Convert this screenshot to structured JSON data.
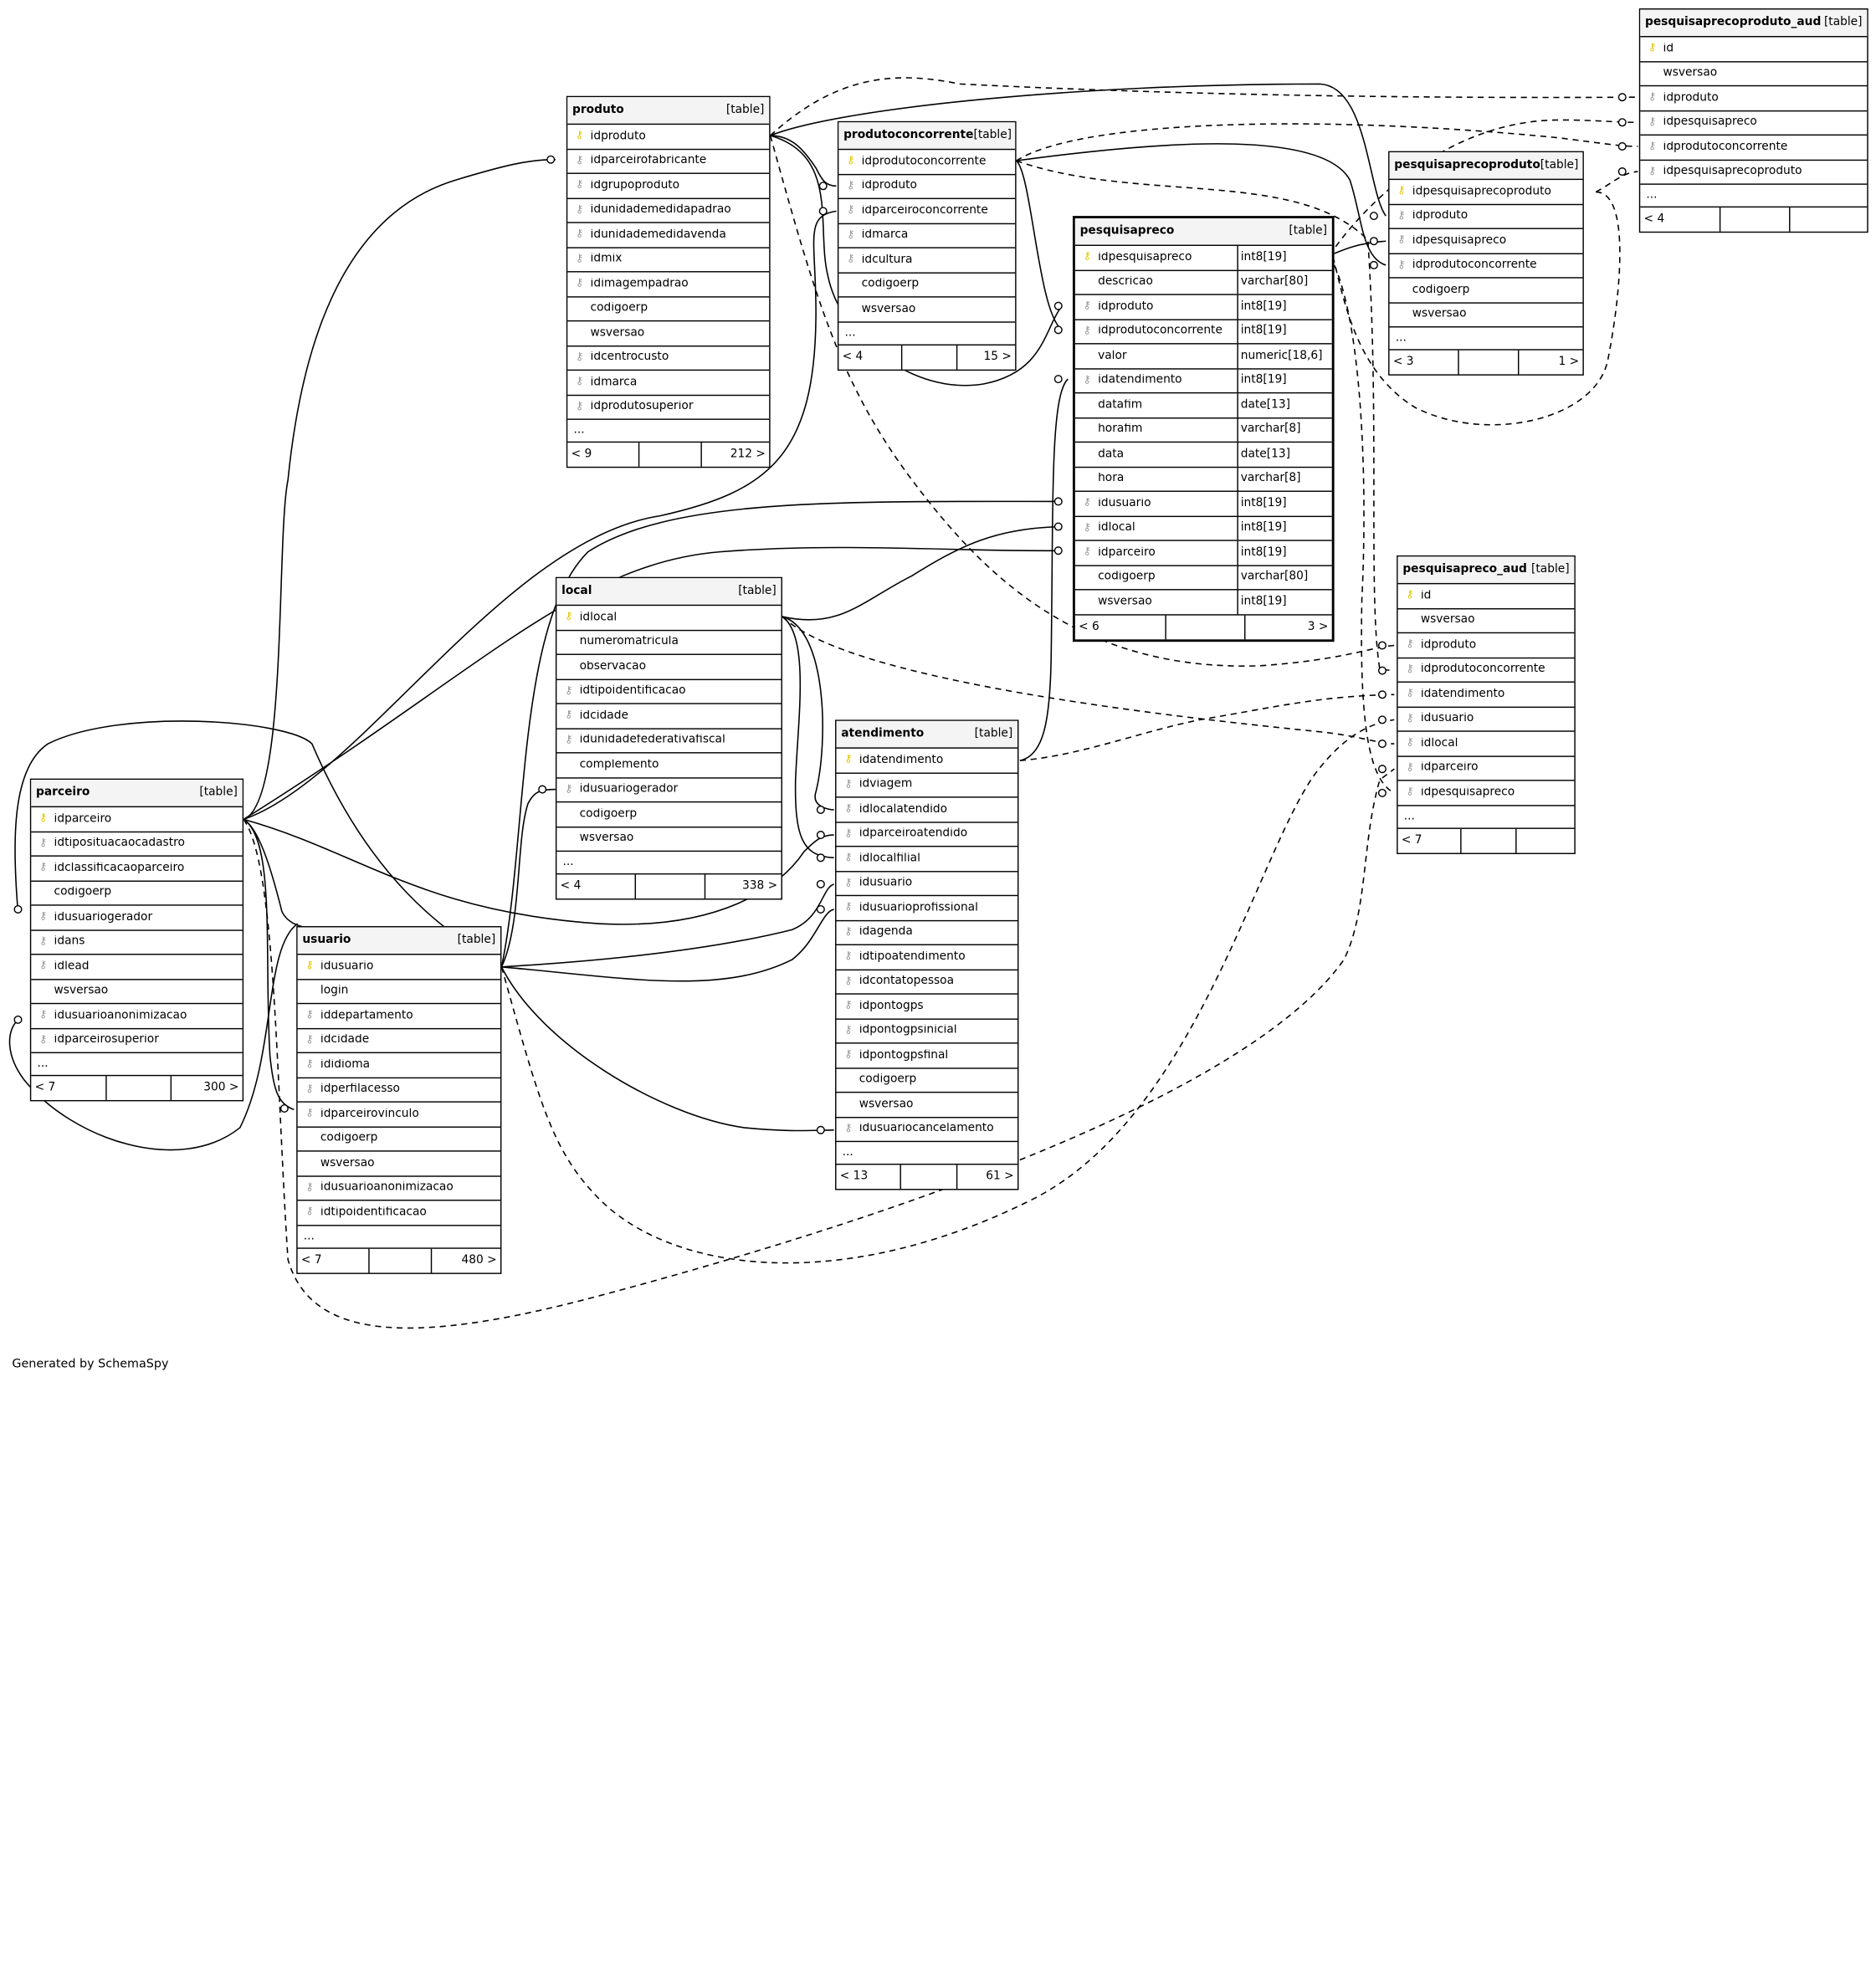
{
  "credit": "Generated by SchemaSpy",
  "tag": "[table]",
  "tables": {
    "produto": {
      "name": "produto",
      "columns": [
        {
          "name": "idproduto",
          "key": "pk"
        },
        {
          "name": "idparceirofabricante",
          "key": "fk"
        },
        {
          "name": "idgrupoproduto",
          "key": "fk"
        },
        {
          "name": "idunidademedidapadrao",
          "key": "fk"
        },
        {
          "name": "idunidademedidavenda",
          "key": "fk"
        },
        {
          "name": "idmix",
          "key": "fk"
        },
        {
          "name": "idimagempadrao",
          "key": "fk"
        },
        {
          "name": "codigoerp",
          "key": ""
        },
        {
          "name": "wsversao",
          "key": ""
        },
        {
          "name": "idcentrocusto",
          "key": "fk"
        },
        {
          "name": "idmarca",
          "key": "fk"
        },
        {
          "name": "idprodutosuperior",
          "key": "fk"
        }
      ],
      "more": "...",
      "footer": {
        "left": "< 9",
        "right": "212 >"
      }
    },
    "produtoconcorrente": {
      "name": "produtoconcorrente",
      "columns": [
        {
          "name": "idprodutoconcorrente",
          "key": "pk"
        },
        {
          "name": "idproduto",
          "key": "fk"
        },
        {
          "name": "idparceiroconcorrente",
          "key": "fk"
        },
        {
          "name": "idmarca",
          "key": "fk"
        },
        {
          "name": "idcultura",
          "key": "fk"
        },
        {
          "name": "codigoerp",
          "key": ""
        },
        {
          "name": "wsversao",
          "key": ""
        }
      ],
      "more": "...",
      "footer": {
        "left": "< 4",
        "right": "15 >"
      }
    },
    "pesquisapreco": {
      "name": "pesquisapreco",
      "columns": [
        {
          "name": "idpesquisapreco",
          "key": "pk",
          "type": "int8[19]"
        },
        {
          "name": "descricao",
          "key": "",
          "type": "varchar[80]"
        },
        {
          "name": "idproduto",
          "key": "fk",
          "type": "int8[19]"
        },
        {
          "name": "idprodutoconcorrente",
          "key": "fk",
          "type": "int8[19]"
        },
        {
          "name": "valor",
          "key": "",
          "type": "numeric[18,6]"
        },
        {
          "name": "idatendimento",
          "key": "fk",
          "type": "int8[19]"
        },
        {
          "name": "datafim",
          "key": "",
          "type": "date[13]"
        },
        {
          "name": "horafim",
          "key": "",
          "type": "varchar[8]"
        },
        {
          "name": "data",
          "key": "",
          "type": "date[13]"
        },
        {
          "name": "hora",
          "key": "",
          "type": "varchar[8]"
        },
        {
          "name": "idusuario",
          "key": "fk",
          "type": "int8[19]"
        },
        {
          "name": "idlocal",
          "key": "fk",
          "type": "int8[19]"
        },
        {
          "name": "idparceiro",
          "key": "fk",
          "type": "int8[19]"
        },
        {
          "name": "codigoerp",
          "key": "",
          "type": "varchar[80]"
        },
        {
          "name": "wsversao",
          "key": "",
          "type": "int8[19]"
        }
      ],
      "footer": {
        "left": "< 6",
        "right": "3 >"
      }
    },
    "pesquisaprecoproduto": {
      "name": "pesquisaprecoproduto",
      "columns": [
        {
          "name": "idpesquisaprecoproduto",
          "key": "pk"
        },
        {
          "name": "idproduto",
          "key": "fk"
        },
        {
          "name": "idpesquisapreco",
          "key": "fk"
        },
        {
          "name": "idprodutoconcorrente",
          "key": "fk"
        },
        {
          "name": "codigoerp",
          "key": ""
        },
        {
          "name": "wsversao",
          "key": ""
        }
      ],
      "more": "...",
      "footer": {
        "left": "< 3",
        "right": "1 >"
      }
    },
    "pesquisaprecoproduto_aud": {
      "name": "pesquisaprecoproduto_aud",
      "columns": [
        {
          "name": "id",
          "key": "pk"
        },
        {
          "name": "wsversao",
          "key": ""
        },
        {
          "name": "idproduto",
          "key": "fk"
        },
        {
          "name": "idpesquisapreco",
          "key": "fk"
        },
        {
          "name": "idprodutoconcorrente",
          "key": "fk"
        },
        {
          "name": "idpesquisaprecoproduto",
          "key": "fk"
        }
      ],
      "more": "...",
      "footer": {
        "left": "< 4",
        "right": ""
      }
    },
    "pesquisapreco_aud": {
      "name": "pesquisapreco_aud",
      "columns": [
        {
          "name": "id",
          "key": "pk"
        },
        {
          "name": "wsversao",
          "key": ""
        },
        {
          "name": "idproduto",
          "key": "fk"
        },
        {
          "name": "idprodutoconcorrente",
          "key": "fk"
        },
        {
          "name": "idatendimento",
          "key": "fk"
        },
        {
          "name": "idusuario",
          "key": "fk"
        },
        {
          "name": "idlocal",
          "key": "fk"
        },
        {
          "name": "idparceiro",
          "key": "fk"
        },
        {
          "name": "idpesquisapreco",
          "key": "fk"
        }
      ],
      "more": "...",
      "footer": {
        "left": "< 7",
        "right": ""
      }
    },
    "local": {
      "name": "local",
      "columns": [
        {
          "name": "idlocal",
          "key": "pk"
        },
        {
          "name": "numeromatricula",
          "key": ""
        },
        {
          "name": "observacao",
          "key": ""
        },
        {
          "name": "idtipoidentificacao",
          "key": "fk"
        },
        {
          "name": "idcidade",
          "key": "fk"
        },
        {
          "name": "idunidadefederativafiscal",
          "key": "fk"
        },
        {
          "name": "complemento",
          "key": ""
        },
        {
          "name": "idusuariogerador",
          "key": "fk"
        },
        {
          "name": "codigoerp",
          "key": ""
        },
        {
          "name": "wsversao",
          "key": ""
        }
      ],
      "more": "...",
      "footer": {
        "left": "< 4",
        "right": "338 >"
      }
    },
    "atendimento": {
      "name": "atendimento",
      "columns": [
        {
          "name": "idatendimento",
          "key": "pk"
        },
        {
          "name": "idviagem",
          "key": "fk"
        },
        {
          "name": "idlocalatendido",
          "key": "fk"
        },
        {
          "name": "idparceiroatendido",
          "key": "fk"
        },
        {
          "name": "idlocalfilial",
          "key": "fk"
        },
        {
          "name": "idusuario",
          "key": "fk"
        },
        {
          "name": "idusuarioprofissional",
          "key": "fk"
        },
        {
          "name": "idagenda",
          "key": "fk"
        },
        {
          "name": "idtipoatendimento",
          "key": "fk"
        },
        {
          "name": "idcontatopessoa",
          "key": "fk"
        },
        {
          "name": "idpontogps",
          "key": "fk"
        },
        {
          "name": "idpontogpsinicial",
          "key": "fk"
        },
        {
          "name": "idpontogpsfinal",
          "key": "fk"
        },
        {
          "name": "codigoerp",
          "key": ""
        },
        {
          "name": "wsversao",
          "key": ""
        },
        {
          "name": "idusuariocancelamento",
          "key": "fk"
        }
      ],
      "more": "...",
      "footer": {
        "left": "< 13",
        "right": "61 >"
      }
    },
    "parceiro": {
      "name": "parceiro",
      "columns": [
        {
          "name": "idparceiro",
          "key": "pk"
        },
        {
          "name": "idtiposituacaocadastro",
          "key": "fk"
        },
        {
          "name": "idclassificacaoparceiro",
          "key": "fk"
        },
        {
          "name": "codigoerp",
          "key": ""
        },
        {
          "name": "idusuariogerador",
          "key": "fk"
        },
        {
          "name": "idans",
          "key": "fk"
        },
        {
          "name": "idlead",
          "key": "fk"
        },
        {
          "name": "wsversao",
          "key": ""
        },
        {
          "name": "idusuarioanonimizacao",
          "key": "fk"
        },
        {
          "name": "idparceirosuperior",
          "key": "fk"
        }
      ],
      "more": "...",
      "footer": {
        "left": "< 7",
        "right": "300 >"
      }
    },
    "usuario": {
      "name": "usuario",
      "columns": [
        {
          "name": "idusuario",
          "key": "pk"
        },
        {
          "name": "login",
          "key": ""
        },
        {
          "name": "iddepartamento",
          "key": "fk"
        },
        {
          "name": "idcidade",
          "key": "fk"
        },
        {
          "name": "ididioma",
          "key": "fk"
        },
        {
          "name": "idperfilacesso",
          "key": "fk"
        },
        {
          "name": "idparceirovinculo",
          "key": "fk"
        },
        {
          "name": "codigoerp",
          "key": ""
        },
        {
          "name": "wsversao",
          "key": ""
        },
        {
          "name": "idusuarioanonimizacao",
          "key": "fk"
        },
        {
          "name": "idtipoidentificacao",
          "key": "fk"
        }
      ],
      "more": "...",
      "footer": {
        "left": "< 7",
        "right": "480 >"
      }
    }
  }
}
